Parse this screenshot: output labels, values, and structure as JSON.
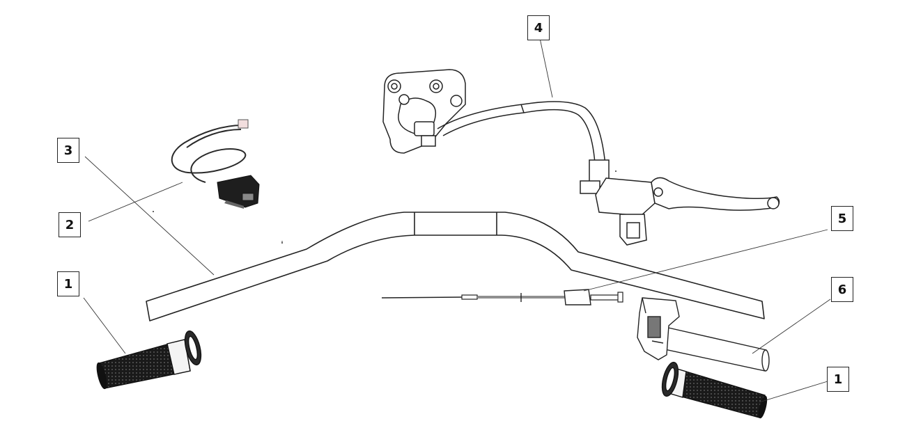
{
  "diagram": {
    "callouts": [
      {
        "id": "c1a",
        "text": "1"
      },
      {
        "id": "c1b",
        "text": "1"
      },
      {
        "id": "c2",
        "text": "2"
      },
      {
        "id": "c3",
        "text": "3"
      },
      {
        "id": "c4",
        "text": "4"
      },
      {
        "id": "c5",
        "text": "5"
      },
      {
        "id": "c6",
        "text": "6"
      }
    ]
  }
}
